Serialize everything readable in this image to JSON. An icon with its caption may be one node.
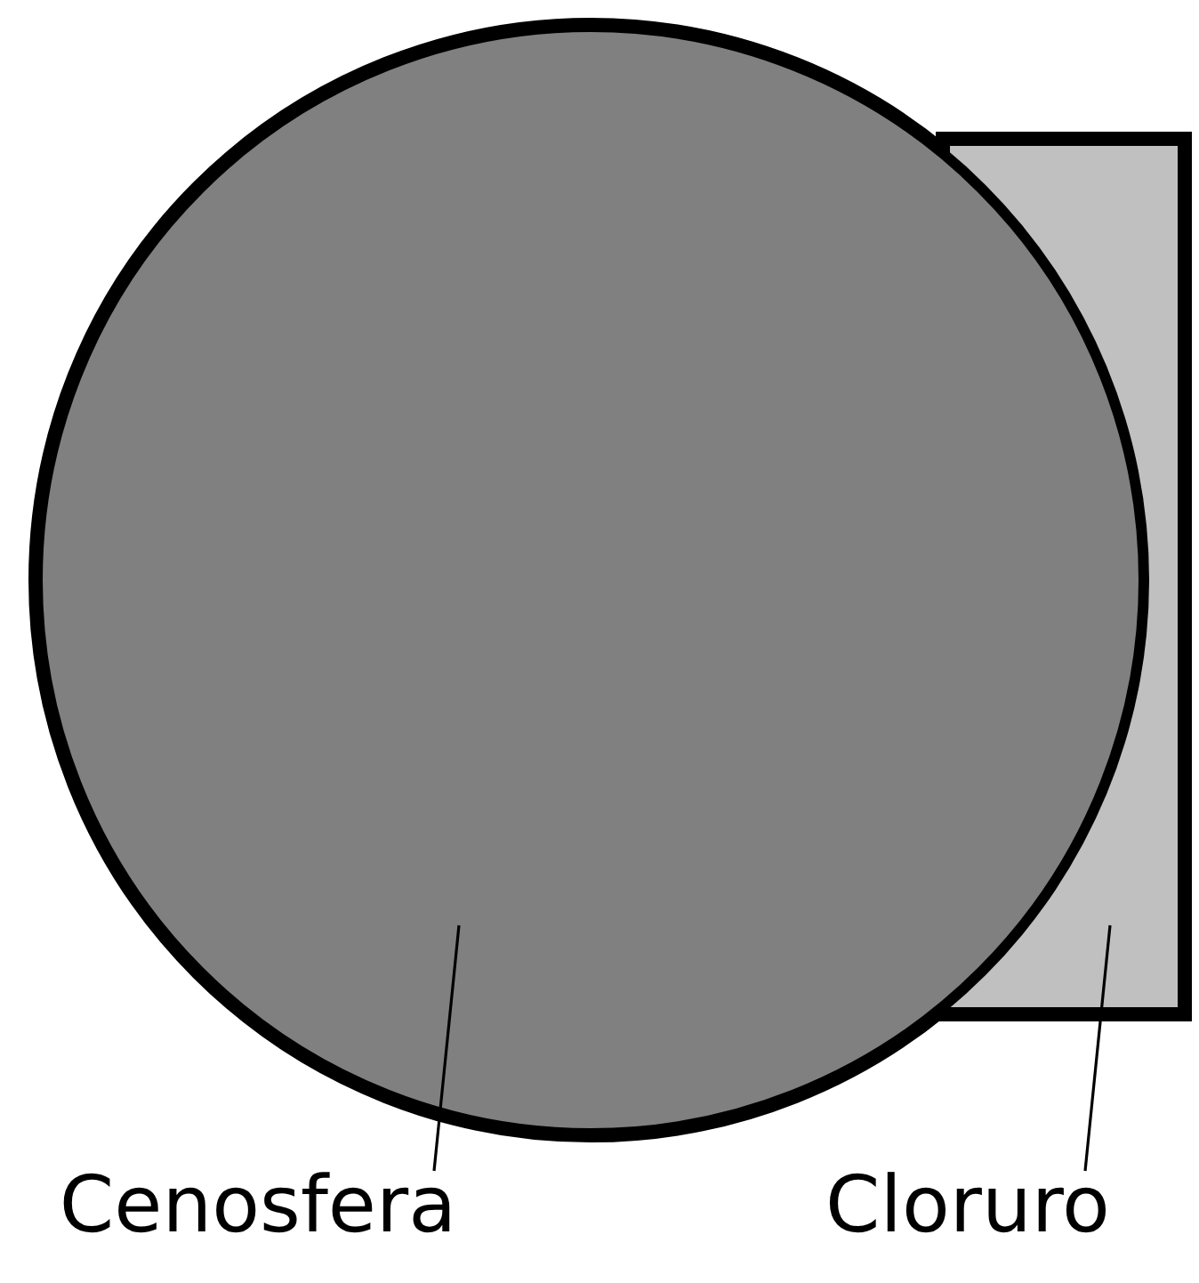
{
  "diagram": {
    "nodes": [
      {
        "text": [],
        "shape": "circle"
      },
      {
        "text": [],
        "shape": "box"
      },
      {
        "text": [
          "Cenosfera"
        ]
      },
      {
        "text": [
          "Cloruro"
        ]
      }
    ],
    "edges": [
      {
        "from": 2,
        "to": 0,
        "arrow": "none"
      },
      {
        "from": 3,
        "to": 1,
        "arrow": "none"
      }
    ]
  }
}
